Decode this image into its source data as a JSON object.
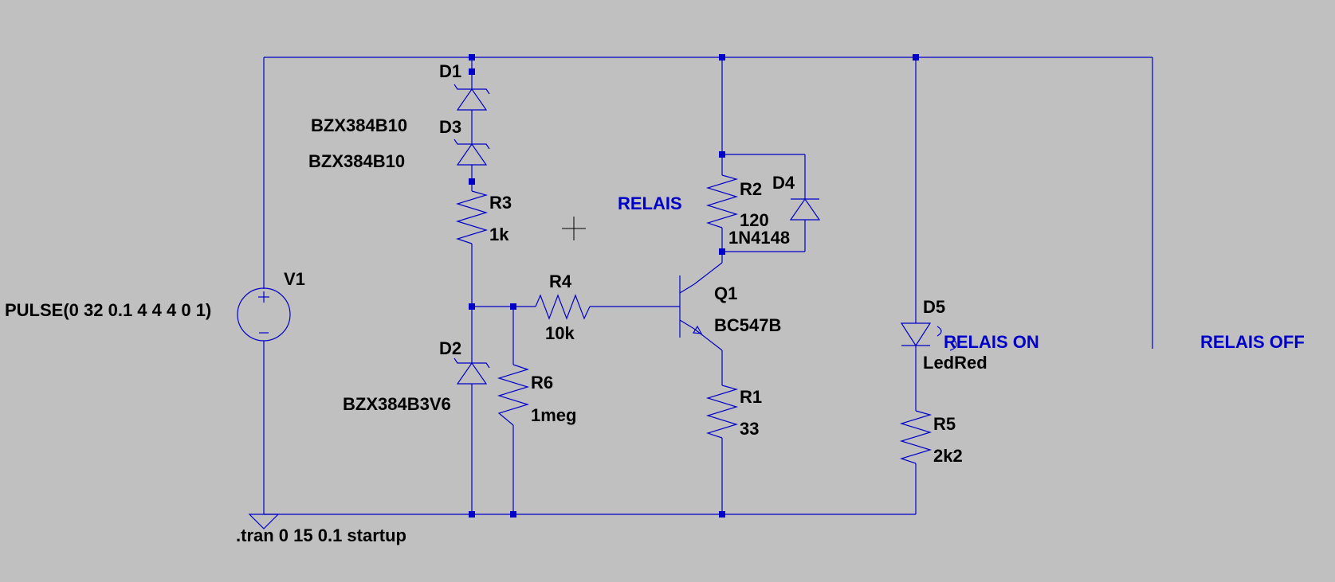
{
  "colors": {
    "background": "#c0c0c0",
    "wire": "#0000c8",
    "text": "#000000",
    "net_label": "#0000c8"
  },
  "components": {
    "V1": {
      "ref": "V1",
      "value": "PULSE(0 32 0.1 4 4 4 0 1)"
    },
    "D1": {
      "ref": "D1",
      "value": "BZX384B10"
    },
    "D3": {
      "ref": "D3",
      "value": "BZX384B10"
    },
    "R3": {
      "ref": "R3",
      "value": "1k"
    },
    "R4": {
      "ref": "R4",
      "value": "10k"
    },
    "D2": {
      "ref": "D2",
      "value": "BZX384B3V6"
    },
    "R6": {
      "ref": "R6",
      "value": "1meg"
    },
    "R2": {
      "ref": "R2",
      "value": "120"
    },
    "D4": {
      "ref": "D4",
      "value": "1N4148"
    },
    "Q1": {
      "ref": "Q1",
      "value": "BC547B"
    },
    "R1": {
      "ref": "R1",
      "value": "33"
    },
    "D5": {
      "ref": "D5",
      "value": "LedRed"
    },
    "R5": {
      "ref": "R5",
      "value": "2k2"
    }
  },
  "net_labels": {
    "relais": "RELAIS",
    "relais_on": "RELAIS ON",
    "relais_off": "RELAIS OFF"
  },
  "directive": ".tran 0 15 0.1 startup",
  "icons": {
    "cursor": "crosshair-icon",
    "ground": "ground-icon"
  }
}
